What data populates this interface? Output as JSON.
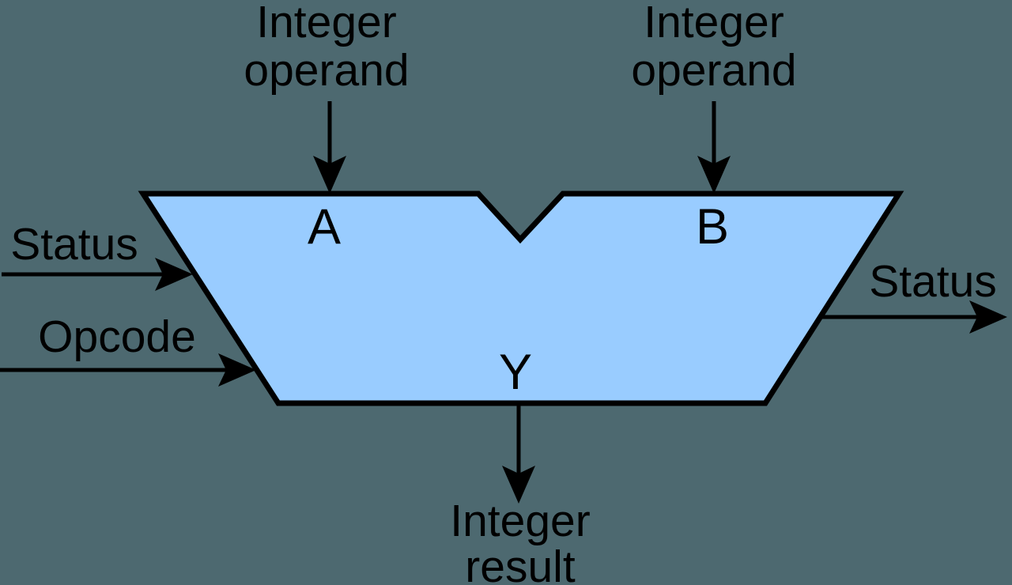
{
  "colors": {
    "background": "#4d6970",
    "alu_fill": "#99ccff",
    "outline": "#000000",
    "text": "#000000"
  },
  "alu": {
    "operand_a_label": {
      "line1": "Integer",
      "line2": "operand"
    },
    "operand_b_label": {
      "line1": "Integer",
      "line2": "operand"
    },
    "port_a": "A",
    "port_b": "B",
    "port_y": "Y",
    "status_in_label": "Status",
    "opcode_label": "Opcode",
    "status_out_label": "Status",
    "result_label": {
      "line1": "Integer",
      "line2": "result"
    }
  }
}
